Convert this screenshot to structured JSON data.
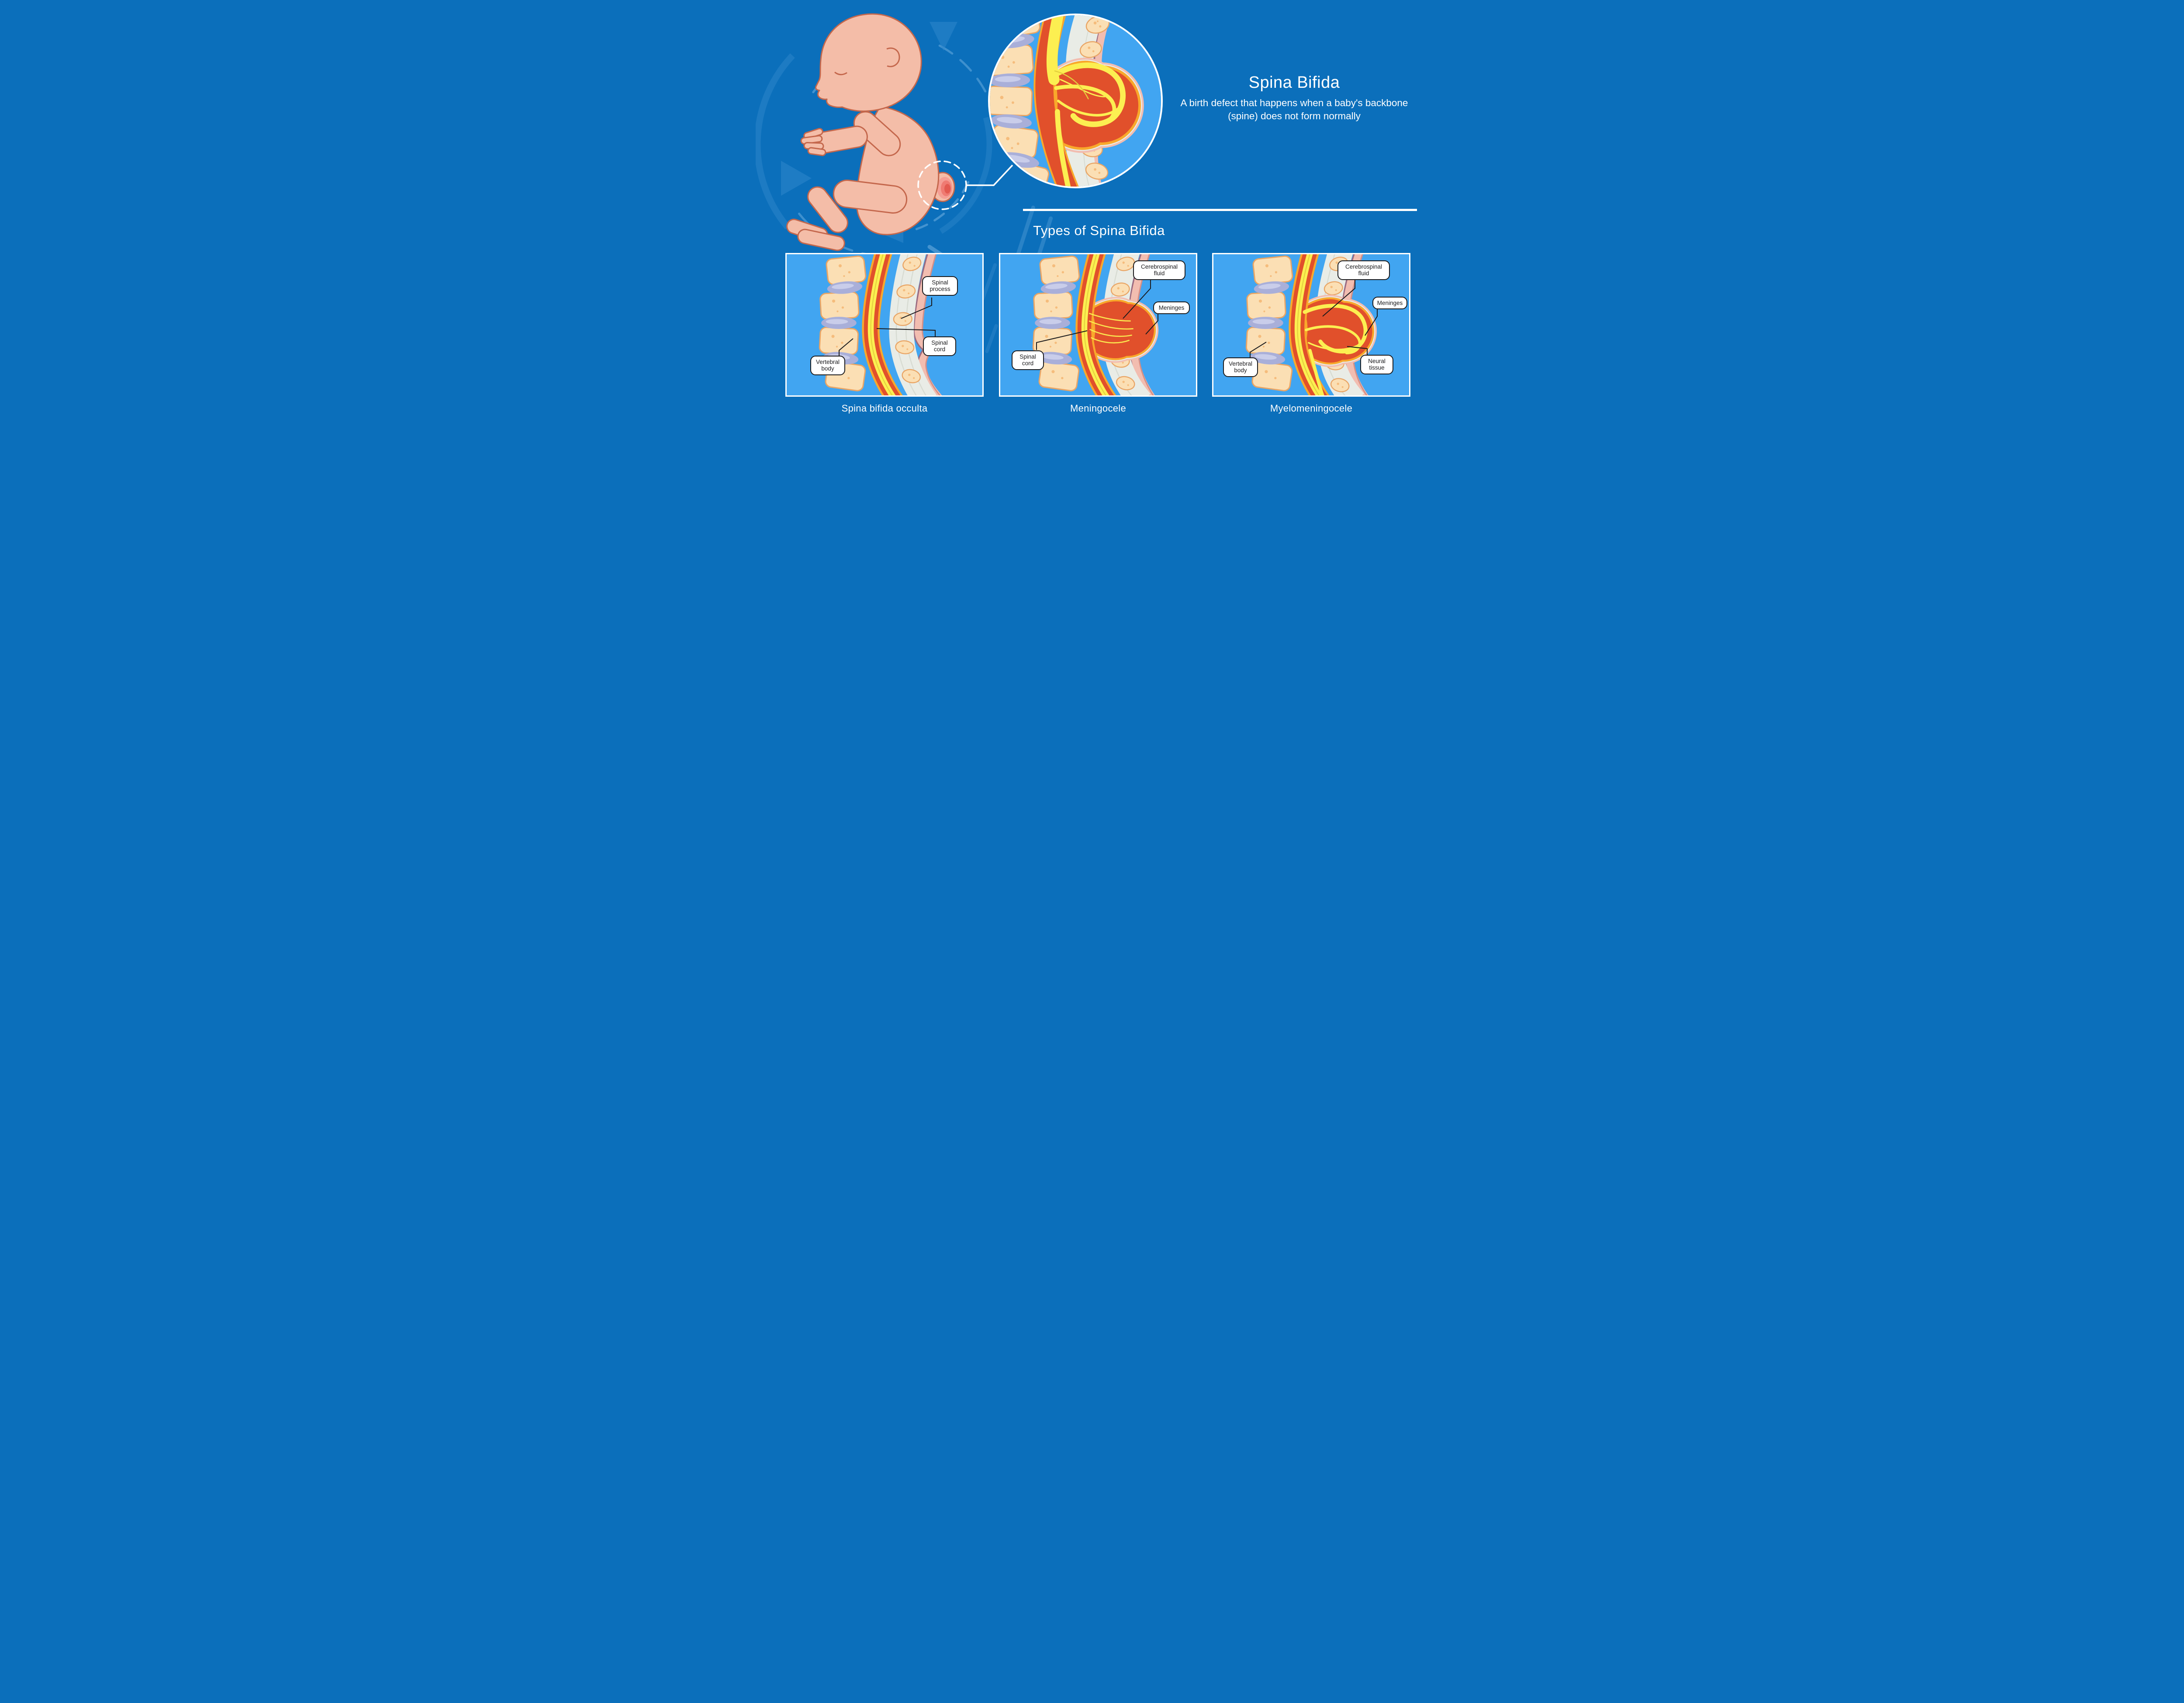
{
  "palette": {
    "bg": "#0B6FBB",
    "panel": "#41A5F1",
    "white": "#FFFFFF",
    "ink": "#1A1A1C",
    "skin": "#F4BDA8",
    "skinLine": "#C4674C",
    "bumpMid": "#F59E94",
    "bumpDeep": "#EF7B72",
    "bumpCore": "#E35A50",
    "bone": "#FBDFB4",
    "boneDot": "#F5BC7C",
    "boneLine": "#E9A565",
    "disc": "#A9AFD9",
    "discLight": "#C9CDEA",
    "red": "#E1502B",
    "orange": "#F9A82B",
    "yellow": "#FCEF51",
    "yellowDark": "#E3CE3D",
    "gray": "#E9ECE6",
    "grayStreak": "#D7DBD2",
    "purple": "#9B6B80",
    "pink": "#F2BDB0",
    "pinkDark": "#D68F85",
    "deco": "#2F87CC",
    "decoSoft": "#7CB7E6"
  },
  "header": {
    "title": "Spina Bifida",
    "subtitle_line1": "A birth defect that happens when a baby's backbone",
    "subtitle_line2": "(spine) does not form normally"
  },
  "section_heading": "Types of Spina Bifida",
  "panels": [
    {
      "caption": "Spina bifida occulta",
      "labels": [
        "Spinal process",
        "Spinal cord",
        "Vertebral body"
      ]
    },
    {
      "caption": "Meningocele",
      "labels": [
        "Cerebrospinal fluid",
        "Meninges",
        "Spinal cord"
      ]
    },
    {
      "caption": "Myelomeningocele",
      "labels": [
        "Cerebrospinal fluid",
        "Meninges",
        "Vertebral body",
        "Neural tissue"
      ]
    }
  ]
}
